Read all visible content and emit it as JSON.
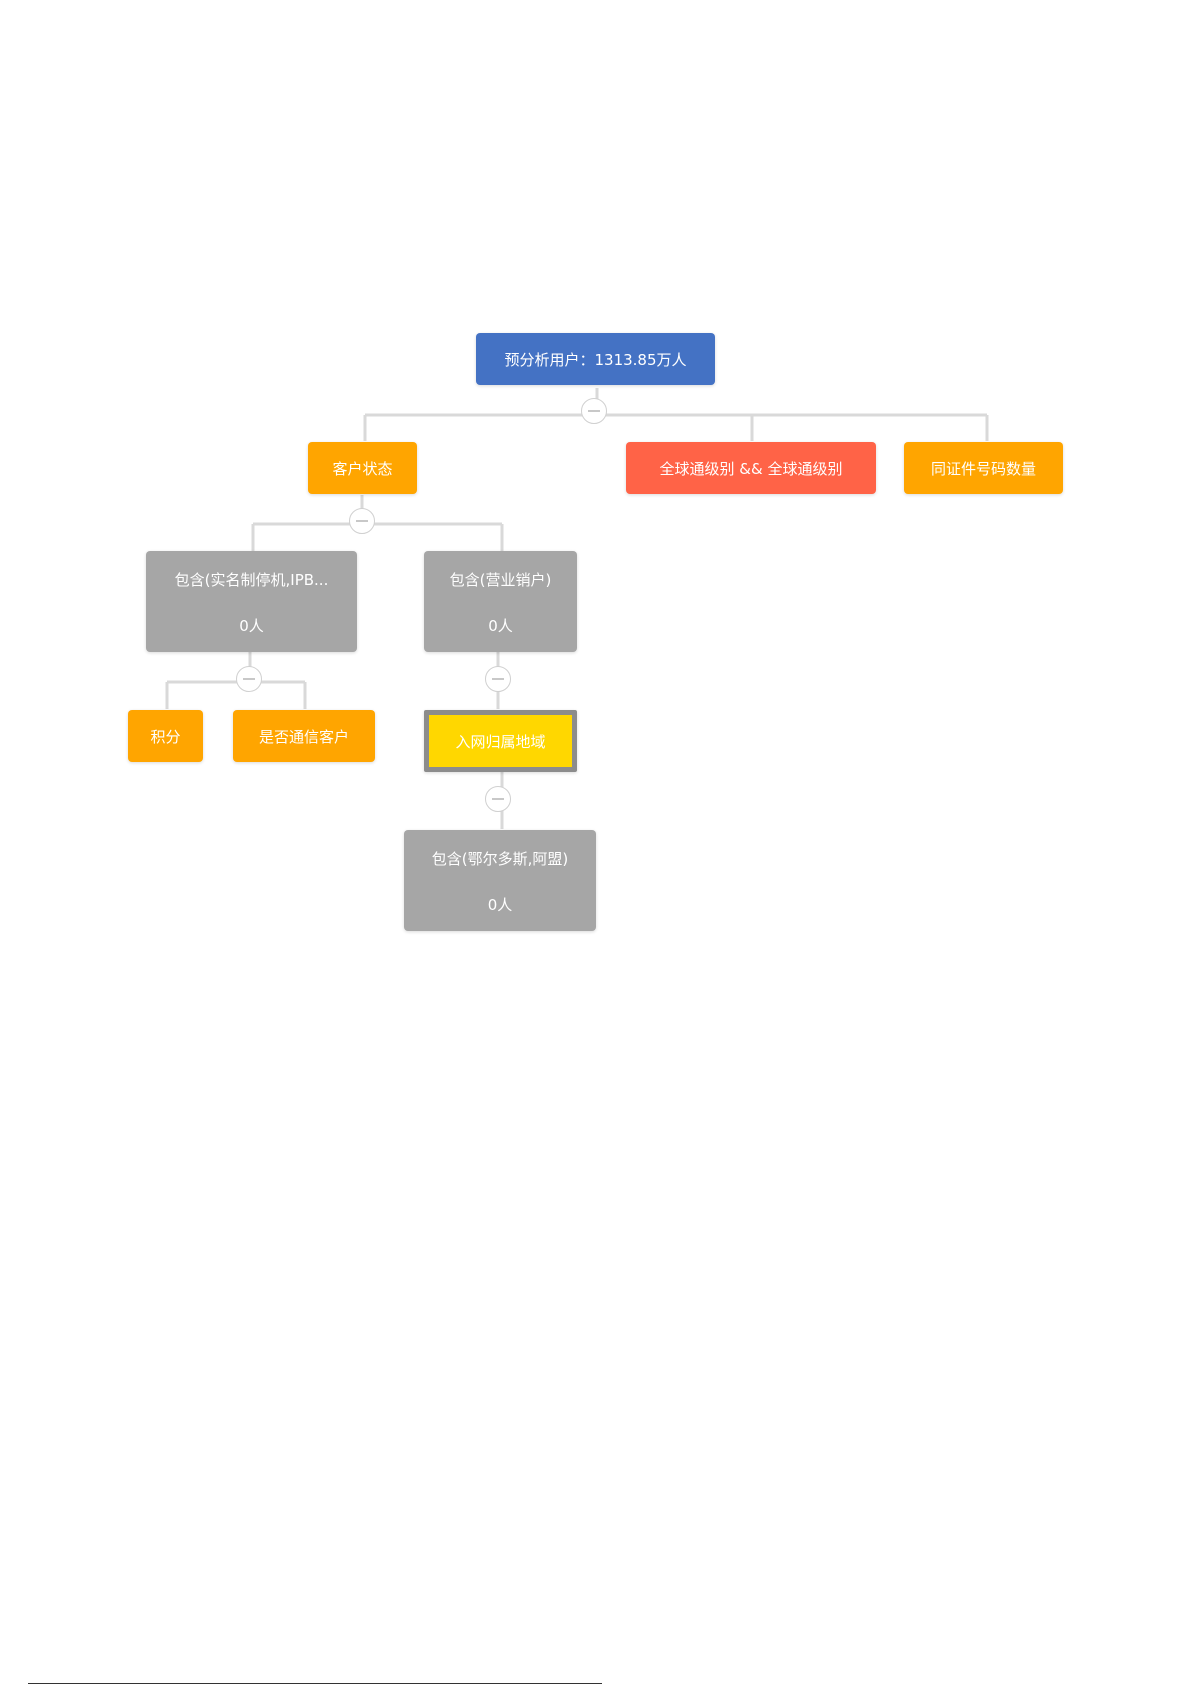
{
  "tree": {
    "root": {
      "label": "预分析用户：1313.85万人"
    },
    "nodes": {
      "customer_status": {
        "label": "客户状态"
      },
      "global_level": {
        "label": "全球通级别 && 全球通级别"
      },
      "same_id_count": {
        "label": "同证件号码数量"
      },
      "contains_realname": {
        "label": "包含(实名制停机,IPB...",
        "count": "0人"
      },
      "contains_business": {
        "label": "包含(营业销户)",
        "count": "0人"
      },
      "points": {
        "label": "积分"
      },
      "is_telecom_customer": {
        "label": "是否通信客户"
      },
      "network_region": {
        "label": "入网归属地域"
      },
      "contains_region": {
        "label": "包含(鄂尔多斯,阿盟)",
        "count": "0人"
      }
    }
  },
  "colors": {
    "root": "#4472C4",
    "attribute": "#FFA500",
    "combined_attribute": "#FF6347",
    "condition": "#A6A6A6",
    "selected": "#FFD700",
    "connector": "#D9D9D9"
  },
  "icons": {
    "collapse": "minus-circle-icon"
  }
}
